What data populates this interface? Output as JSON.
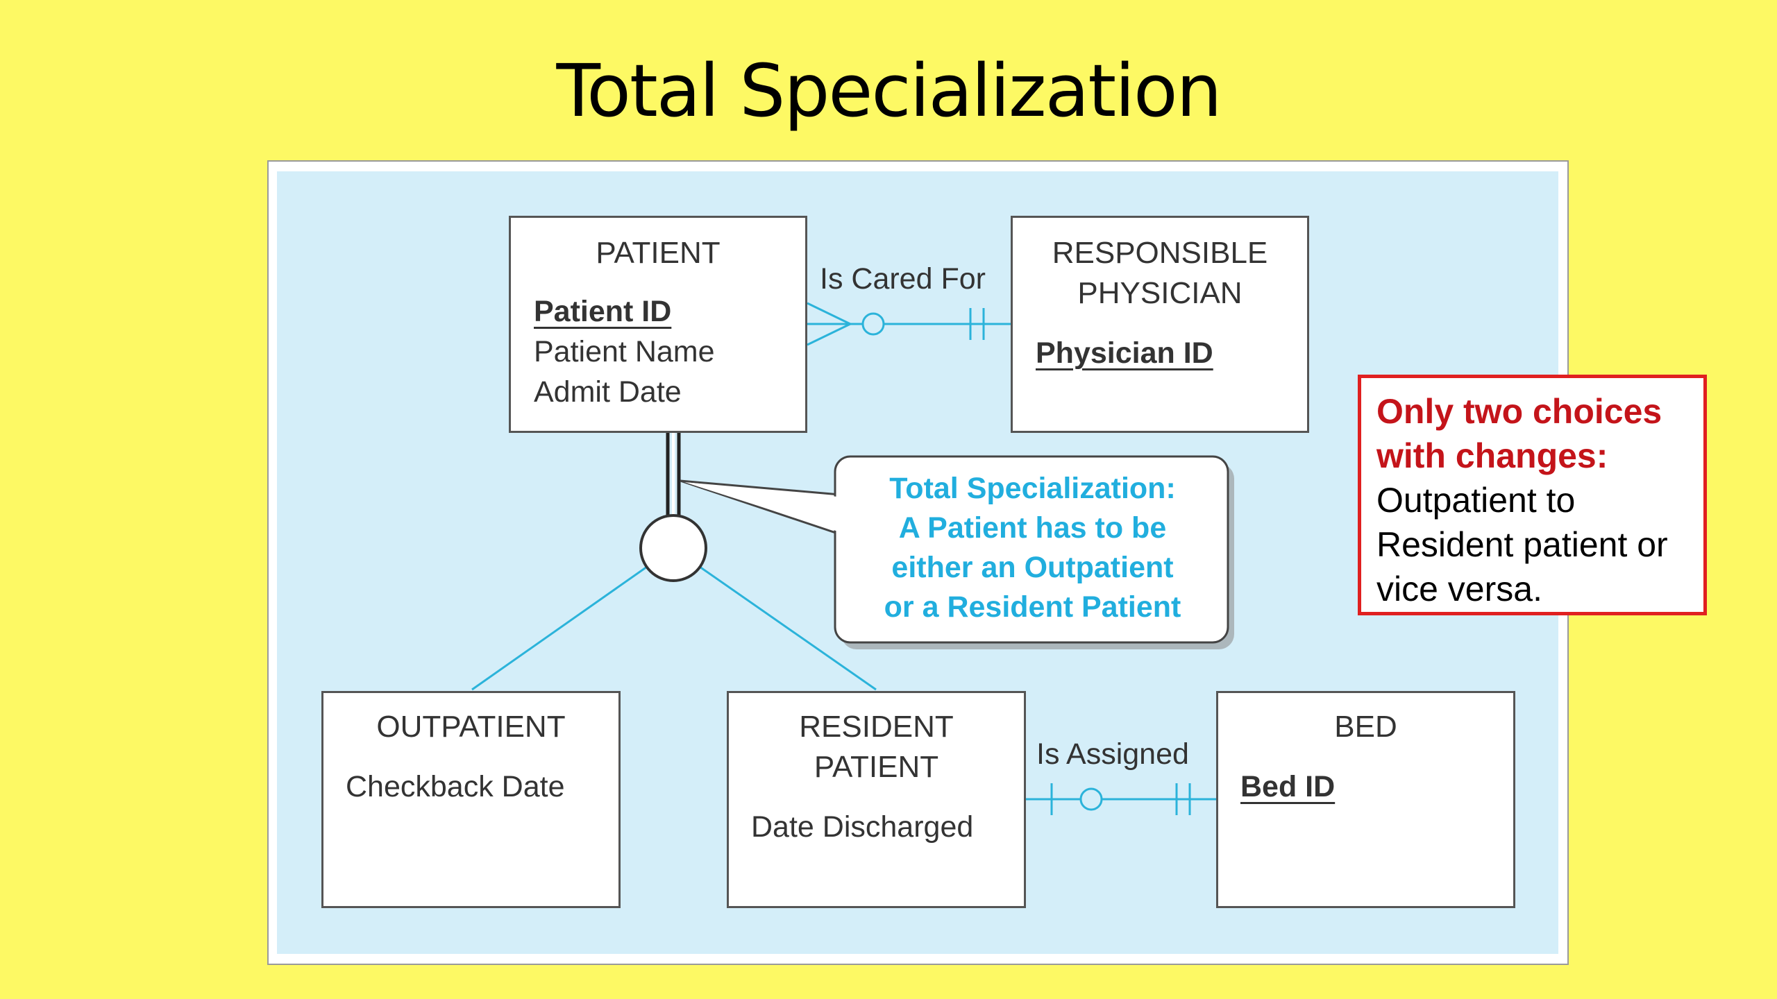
{
  "title": "Total Specialization",
  "entities": {
    "patient": {
      "name": "PATIENT",
      "key": "Patient ID",
      "attrs": [
        "Patient Name",
        "Admit Date"
      ]
    },
    "physician": {
      "name_lines": [
        "RESPONSIBLE",
        "PHYSICIAN"
      ],
      "key": "Physician ID"
    },
    "outpatient": {
      "name": "OUTPATIENT",
      "attrs": [
        "Checkback Date"
      ]
    },
    "resident": {
      "name_lines": [
        "RESIDENT",
        "PATIENT"
      ],
      "attrs": [
        "Date Discharged"
      ]
    },
    "bed": {
      "name": "BED",
      "key": "Bed ID"
    }
  },
  "relationships": {
    "cared_for": "Is Cared For",
    "assigned": "Is Assigned"
  },
  "callout": {
    "lines": [
      "Total Specialization:",
      "A Patient has to be",
      "either an Outpatient",
      "or a Resident Patient"
    ]
  },
  "note": {
    "highlight_lines": [
      "Only two choices",
      "with changes:"
    ],
    "body_lines": [
      "Outpatient to",
      "Resident patient or",
      "vice versa."
    ]
  },
  "colors": {
    "background": "#fdf964",
    "diagram_bg": "#d4eef9",
    "connector": "#2bb3da",
    "callout_text": "#21aede",
    "note_border": "#e02020",
    "note_highlight": "#c4141a"
  }
}
